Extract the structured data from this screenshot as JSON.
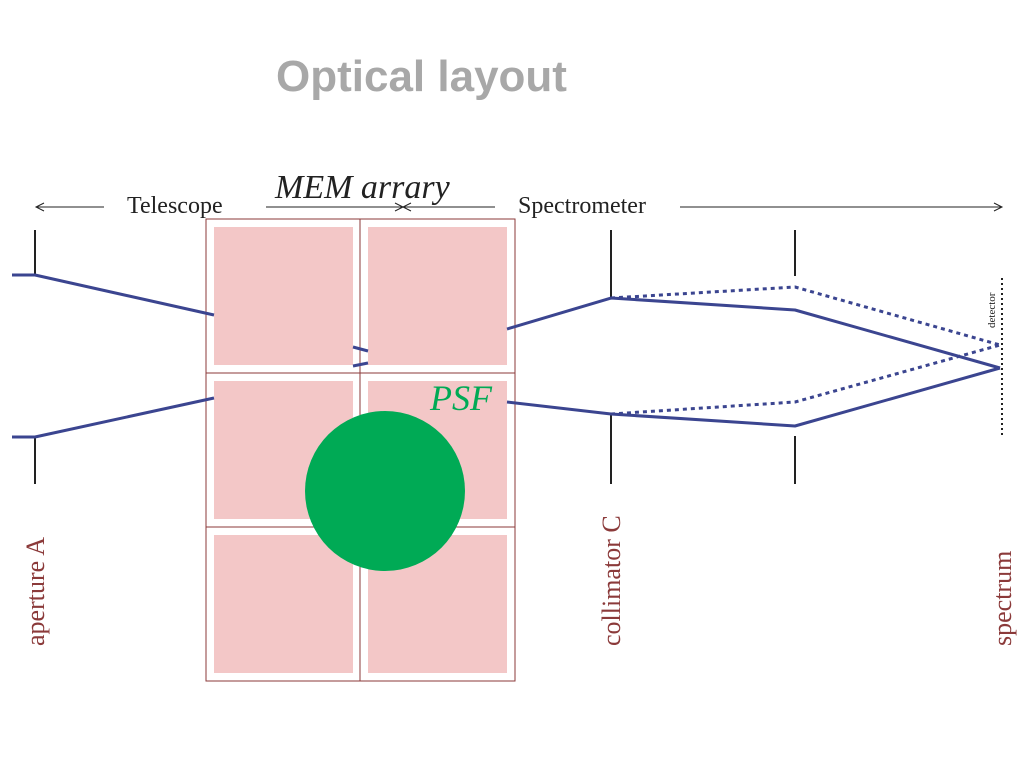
{
  "title": "Optical layout",
  "labels": {
    "telescope": "Telescope",
    "spectrometer": "Spectrometer",
    "mem_array": "MEM arrary",
    "psf": "PSF",
    "detector": "detector",
    "aperture": "aperture A",
    "collimator": "collimator C",
    "spectrum": "spectrum"
  },
  "colors": {
    "title": "#a8a8a8",
    "ray": "#3b4590",
    "mirror_fill": "#f3c7c7",
    "mirror_border": "#8b3a3a",
    "psf": "#00aa55",
    "station_label": "#8b3a3a",
    "text": "#222222"
  },
  "mem_array": {
    "rows": 3,
    "cols": 2
  }
}
